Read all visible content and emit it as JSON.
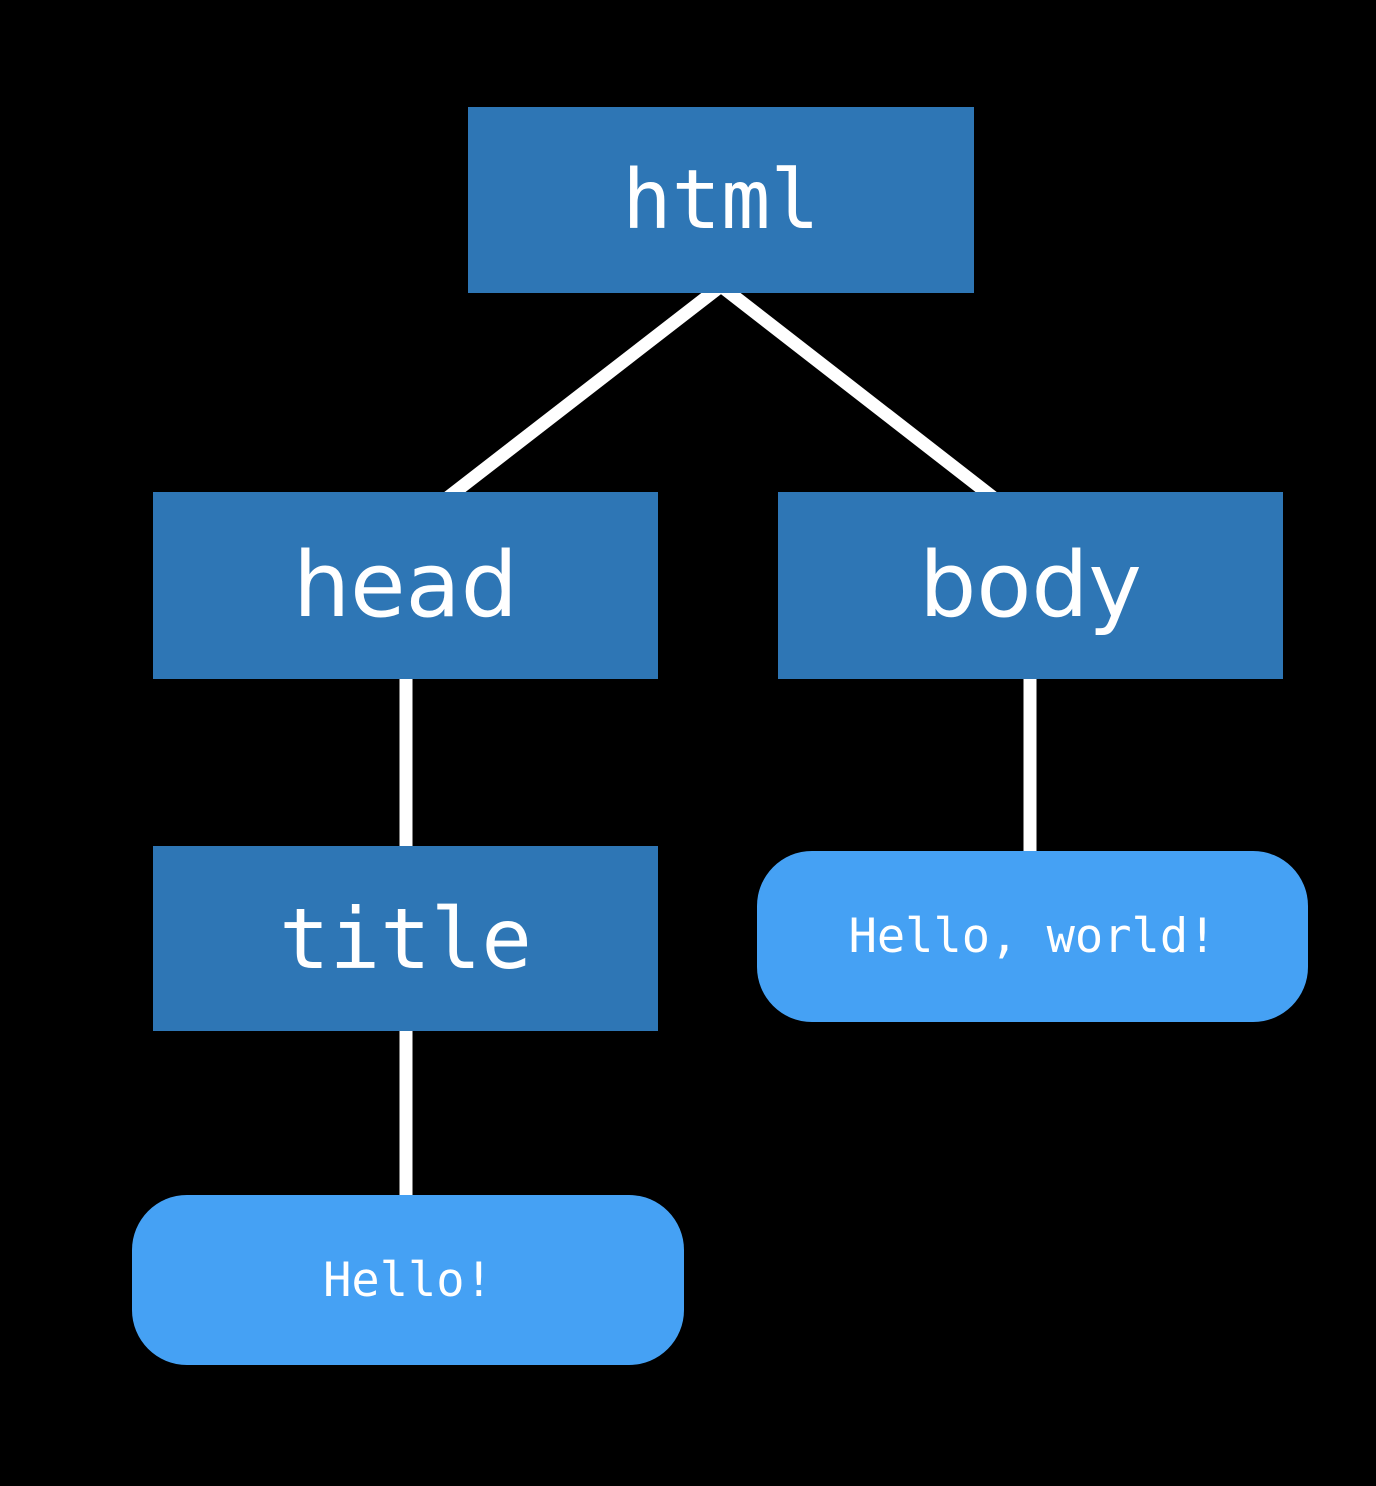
{
  "diagram": {
    "type": "tree",
    "nodes": {
      "html": {
        "label": "html",
        "kind": "element"
      },
      "head": {
        "label": "head",
        "kind": "element"
      },
      "body": {
        "label": "body",
        "kind": "element"
      },
      "title": {
        "label": "title",
        "kind": "element"
      },
      "hello": {
        "label": "Hello!",
        "kind": "text"
      },
      "hello_world": {
        "label": "Hello, world!",
        "kind": "text"
      }
    },
    "edges": [
      {
        "from": "html",
        "to": "head"
      },
      {
        "from": "html",
        "to": "body"
      },
      {
        "from": "head",
        "to": "title"
      },
      {
        "from": "title",
        "to": "hello"
      },
      {
        "from": "body",
        "to": "hello_world"
      }
    ]
  },
  "colors": {
    "background": "#000000",
    "element_node_fill": "#2e76b5",
    "text_node_fill": "#45a1f4",
    "connector": "#ffffff",
    "label_text": "#ffffff"
  }
}
